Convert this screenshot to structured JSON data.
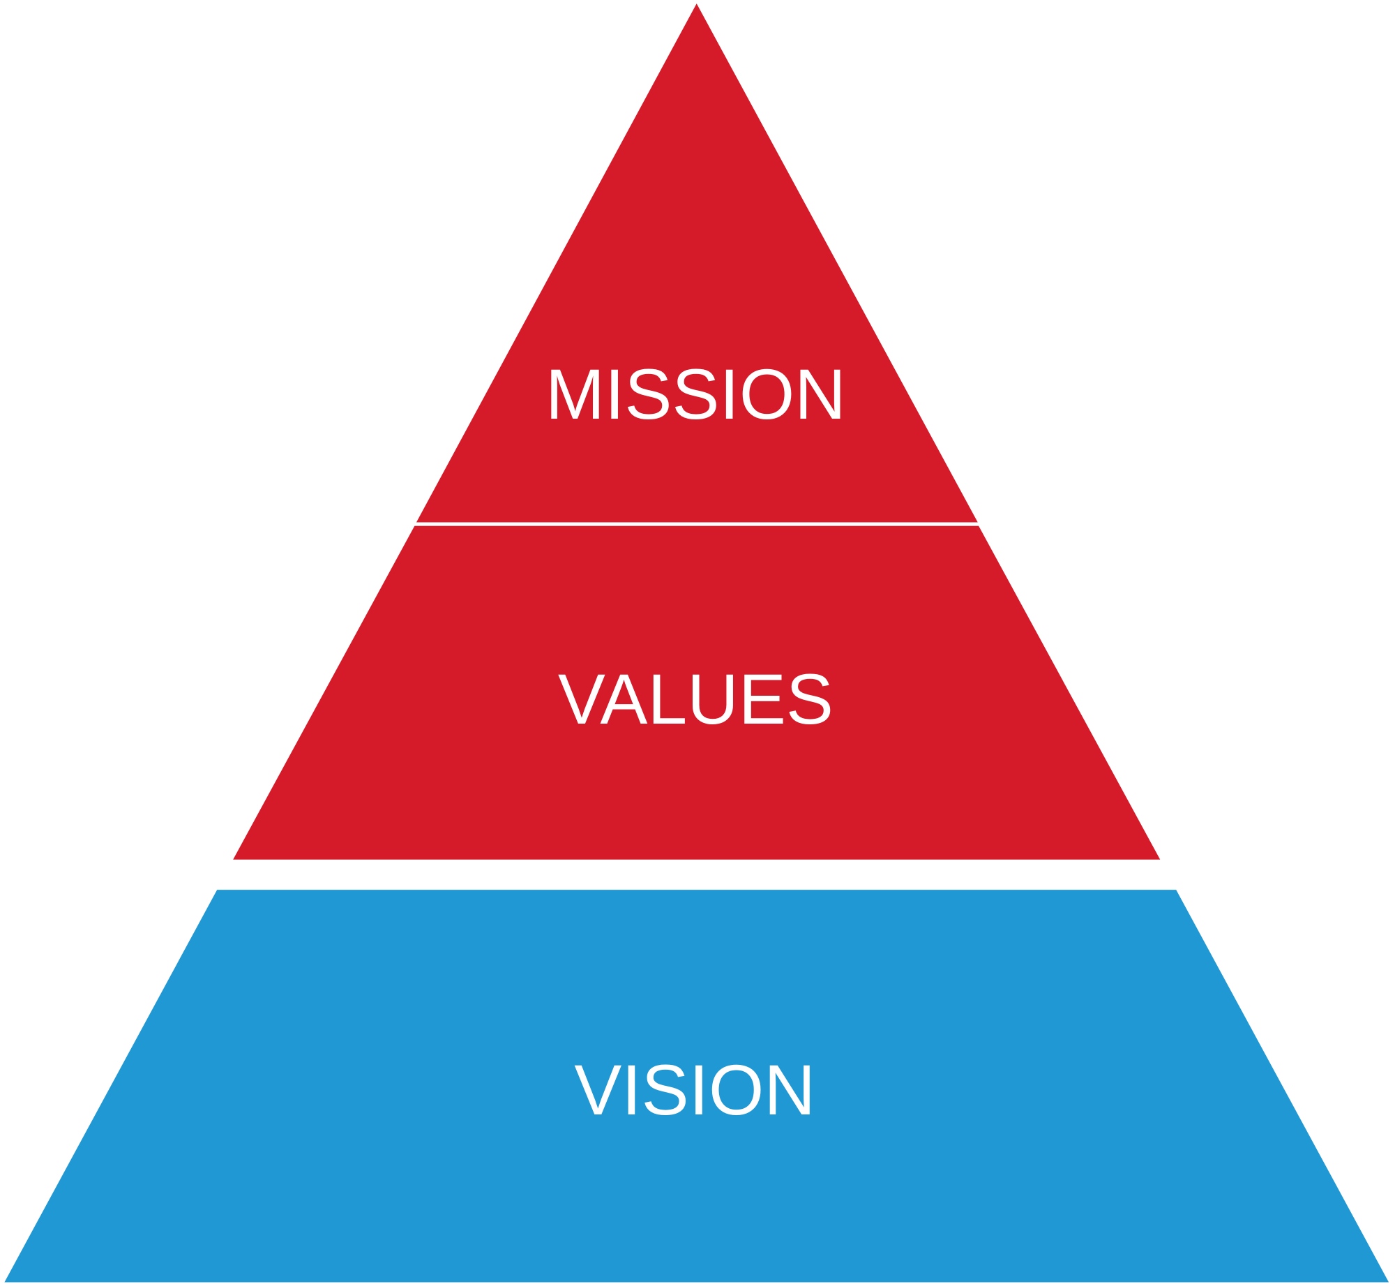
{
  "pyramid": {
    "tiers": [
      {
        "label": "MISSION",
        "color": "#D51A29"
      },
      {
        "label": "VALUES",
        "color": "#D51A29"
      },
      {
        "label": "VISION",
        "color": "#1F98D3"
      }
    ]
  }
}
